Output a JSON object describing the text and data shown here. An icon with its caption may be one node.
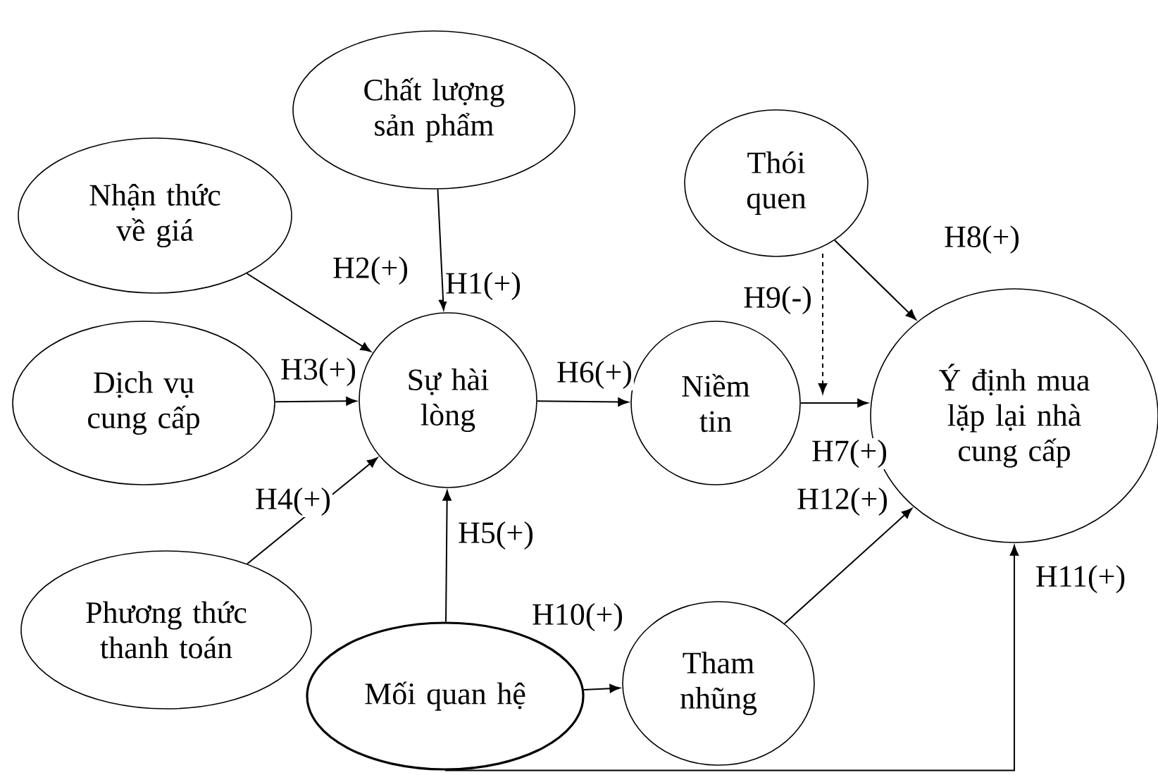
{
  "diagram": {
    "nodes": [
      {
        "text": [
          "Chất lượng sản phẩm"
        ]
      },
      {
        "text": [
          "Nhận thức về giá"
        ]
      },
      {
        "text": [
          "Dịch vụ cung cấp"
        ]
      },
      {
        "text": [
          "Sự hài lòng"
        ]
      },
      {
        "text": [
          "Phương thức thanh toán"
        ]
      },
      {
        "text": [
          "Mối quan hệ"
        ]
      },
      {
        "text": [
          "Thói quen"
        ]
      },
      {
        "text": [
          "Niềm tin"
        ]
      },
      {
        "text": [
          "Ý định mua lặp lại nhà cung cấp"
        ]
      },
      {
        "text": [
          "Tham nhũng"
        ]
      }
    ],
    "edges": [
      {
        "from": 0,
        "to": 3,
        "arrow": "to",
        "label": "H1(+)"
      },
      {
        "from": 1,
        "to": 3,
        "arrow": "to",
        "label": "H2(+)"
      },
      {
        "from": 2,
        "to": 3,
        "arrow": "to",
        "label": "H3(+)"
      },
      {
        "from": 4,
        "to": 3,
        "arrow": "to",
        "label": "H4(+)"
      },
      {
        "from": 5,
        "to": 3,
        "arrow": "to",
        "label": "H5(+)"
      },
      {
        "from": 3,
        "to": 7,
        "arrow": "to",
        "label": "H6(+)"
      },
      {
        "from": 7,
        "to": 8,
        "arrow": "to",
        "label": "H7(+)"
      },
      {
        "from": 6,
        "to": 8,
        "arrow": "to",
        "label": "H8(+)"
      },
      {
        "from": 6,
        "to": null,
        "arrow": "to",
        "label": "H9(-)",
        "style": "dashed"
      },
      {
        "from": 5,
        "to": 9,
        "arrow": "to",
        "label": "H10(+)"
      },
      {
        "from": 9,
        "to": 8,
        "arrow": "to",
        "label": "H12(+)"
      },
      {
        "from": 5,
        "to": 8,
        "arrow": "to",
        "label": "H11(+)"
      }
    ]
  }
}
